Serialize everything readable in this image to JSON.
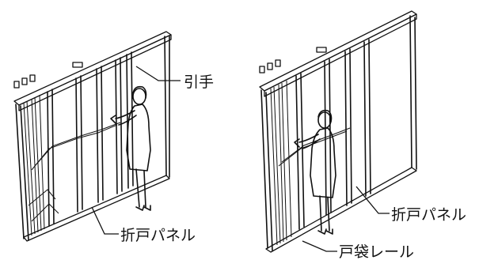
{
  "labels": {
    "handle": "引手",
    "panel_left": "折戸パネル",
    "panel_right": "折戸パネル",
    "rail": "戸袋レール"
  }
}
